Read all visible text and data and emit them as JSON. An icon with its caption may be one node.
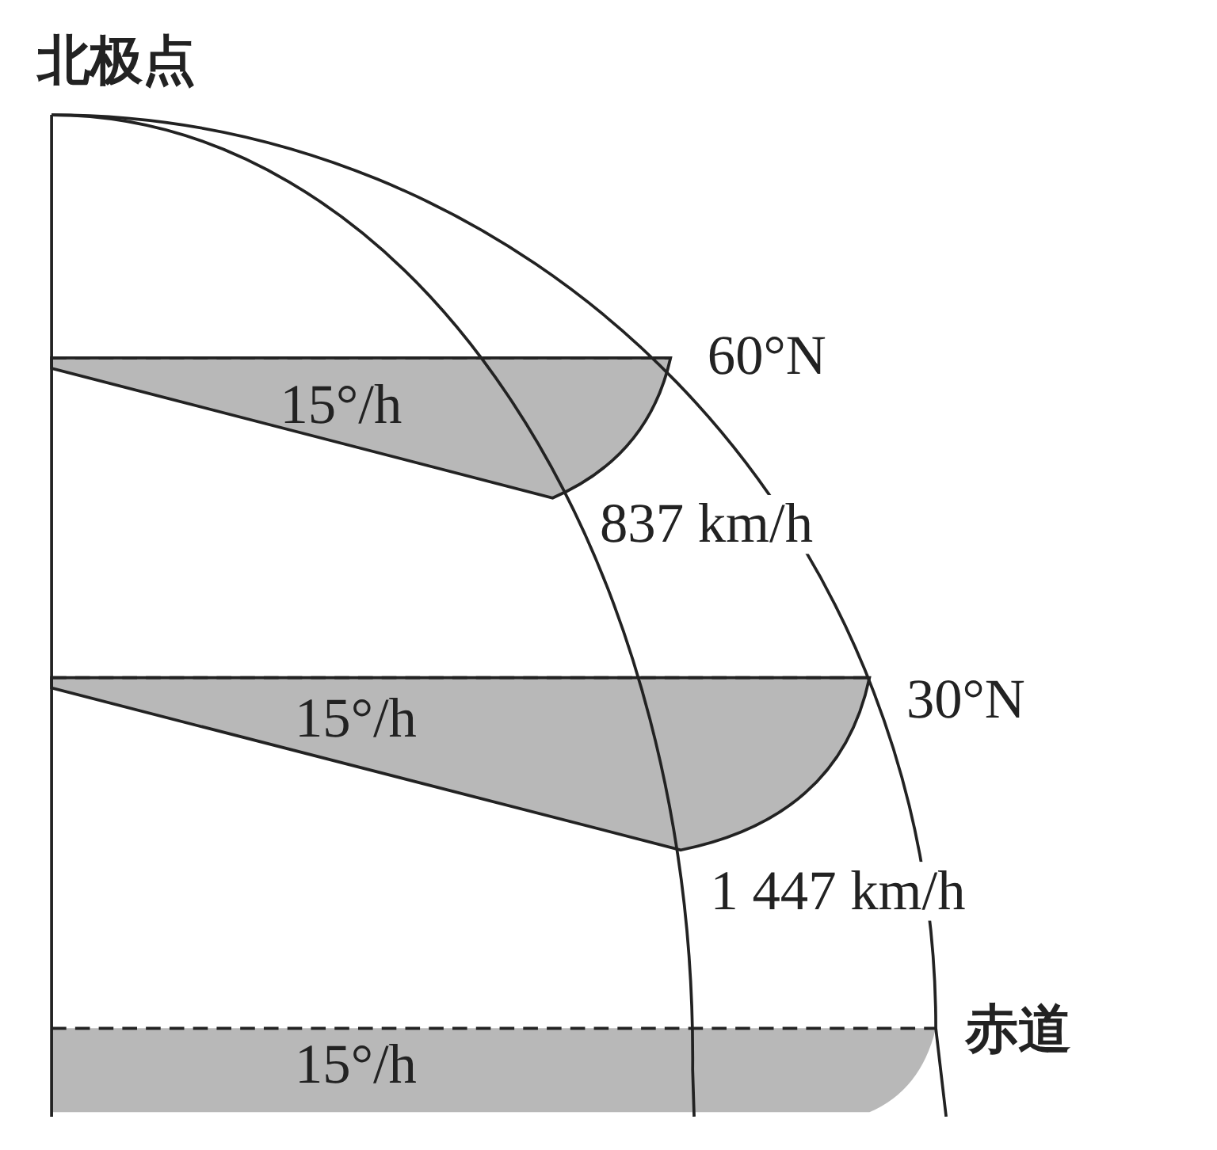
{
  "diagram": {
    "labels": [
      "北极点",
      "60°N",
      "15°/h",
      "837 km/h",
      "30°N",
      "15°/h",
      "1 447 km/h",
      "赤道",
      "15°/h"
    ]
  }
}
